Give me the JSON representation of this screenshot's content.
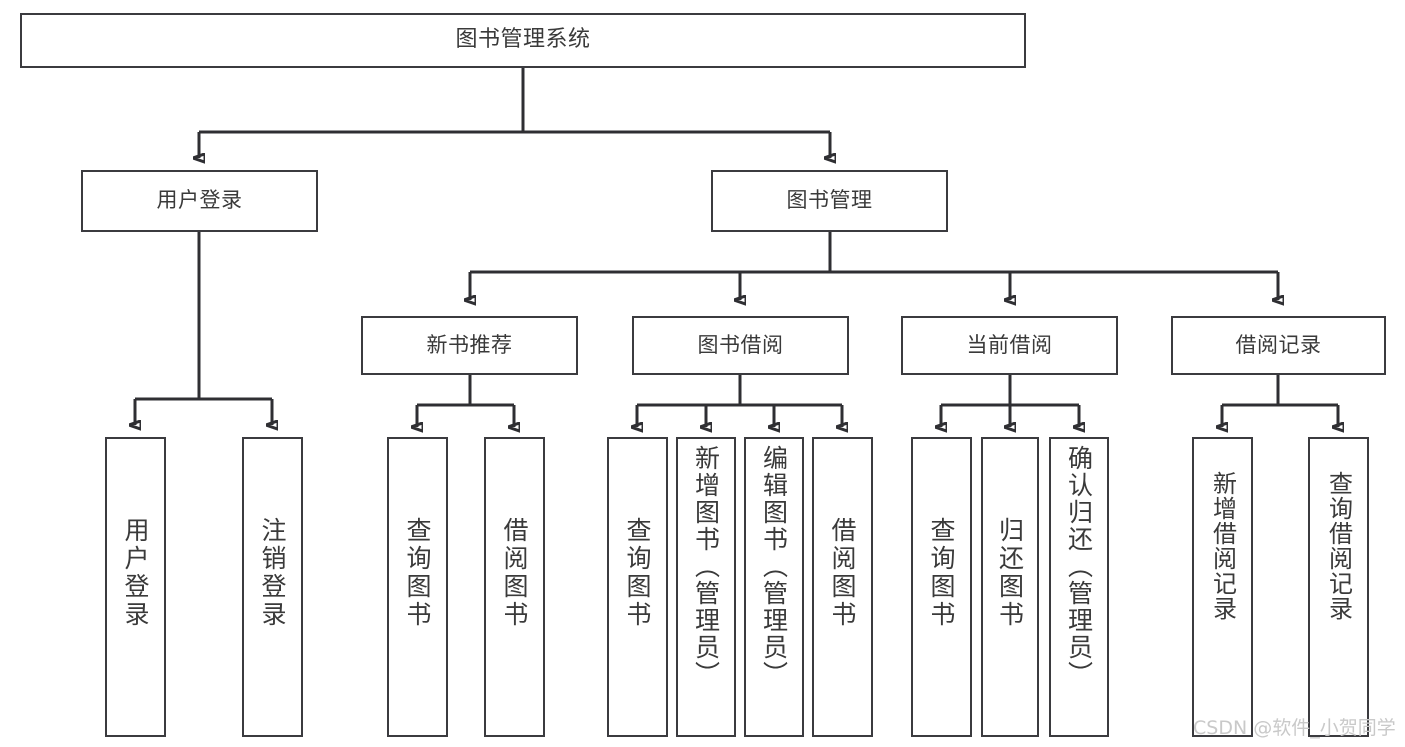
{
  "diagram": {
    "type": "tree-hierarchy",
    "title": "图书管理系统",
    "watermark": "CSDN @软件_小贺同学",
    "root": {
      "label": "图书管理系统"
    },
    "level2": [
      {
        "label": "用户登录"
      },
      {
        "label": "图书管理"
      }
    ],
    "level3": [
      {
        "label": "新书推荐"
      },
      {
        "label": "图书借阅"
      },
      {
        "label": "当前借阅"
      },
      {
        "label": "借阅记录"
      }
    ],
    "leaves": {
      "user_login": [
        {
          "label": "用户登录"
        },
        {
          "label": "注销登录"
        }
      ],
      "new_book": [
        {
          "label": "查询图书"
        },
        {
          "label": "借阅图书"
        }
      ],
      "book_borrow": [
        {
          "label": "查询图书"
        },
        {
          "label": "新增图书（管理员）"
        },
        {
          "label": "编辑图书（管理员）"
        },
        {
          "label": "借阅图书"
        }
      ],
      "current_borrow": [
        {
          "label": "查询图书"
        },
        {
          "label": "归还图书"
        },
        {
          "label": "确认归还（管理员）"
        }
      ],
      "borrow_record": [
        {
          "label": "新增借阅记录"
        },
        {
          "label": "查询借阅记录"
        }
      ]
    },
    "colors": {
      "stroke": "#2f2f33",
      "box_border": "#3b3b3f",
      "text": "#3a3a3a",
      "background": "#ffffff",
      "watermark": "#c9c9c9"
    }
  }
}
